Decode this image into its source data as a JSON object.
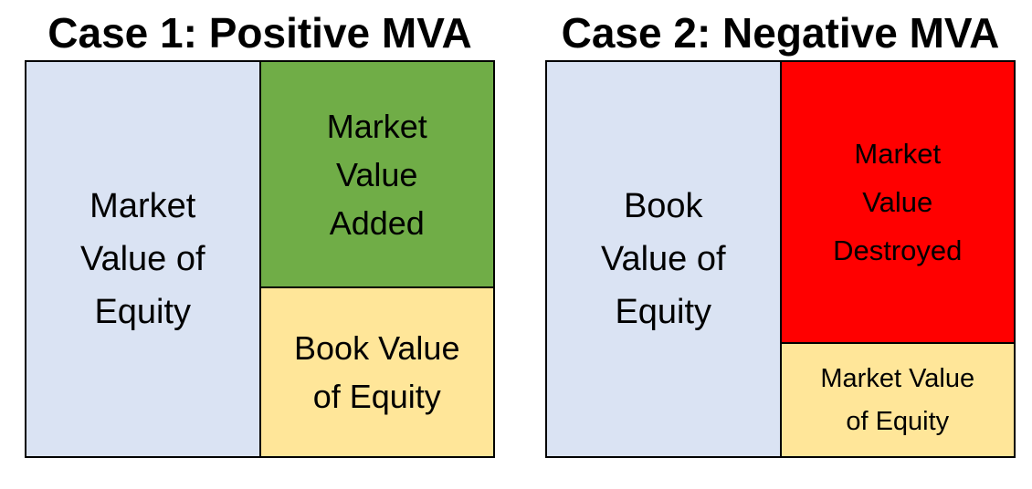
{
  "page": {
    "background": "#FFFFFF",
    "border_color": "#000000",
    "text_color": "#000000"
  },
  "cases": [
    {
      "title": "Case 1: Positive MVA",
      "left_box": {
        "color": "#DAE3F3",
        "lines": [
          "Market",
          "Value of",
          "Equity"
        ]
      },
      "top_right_box": {
        "color": "#70AD47",
        "lines": [
          "Market",
          "Value",
          "Added"
        ]
      },
      "bottom_right_box": {
        "color": "#FFE699",
        "lines": [
          "Book Value",
          "of Equity"
        ]
      }
    },
    {
      "title": "Case 2: Negative MVA",
      "left_box": {
        "color": "#DAE3F3",
        "lines": [
          "Book",
          "Value of",
          "Equity"
        ]
      },
      "top_right_box": {
        "color": "#FF0000",
        "lines": [
          "Market",
          "Value",
          "Destroyed"
        ]
      },
      "bottom_right_box": {
        "color": "#FFE699",
        "lines": [
          "Market Value",
          "of Equity"
        ]
      }
    }
  ]
}
